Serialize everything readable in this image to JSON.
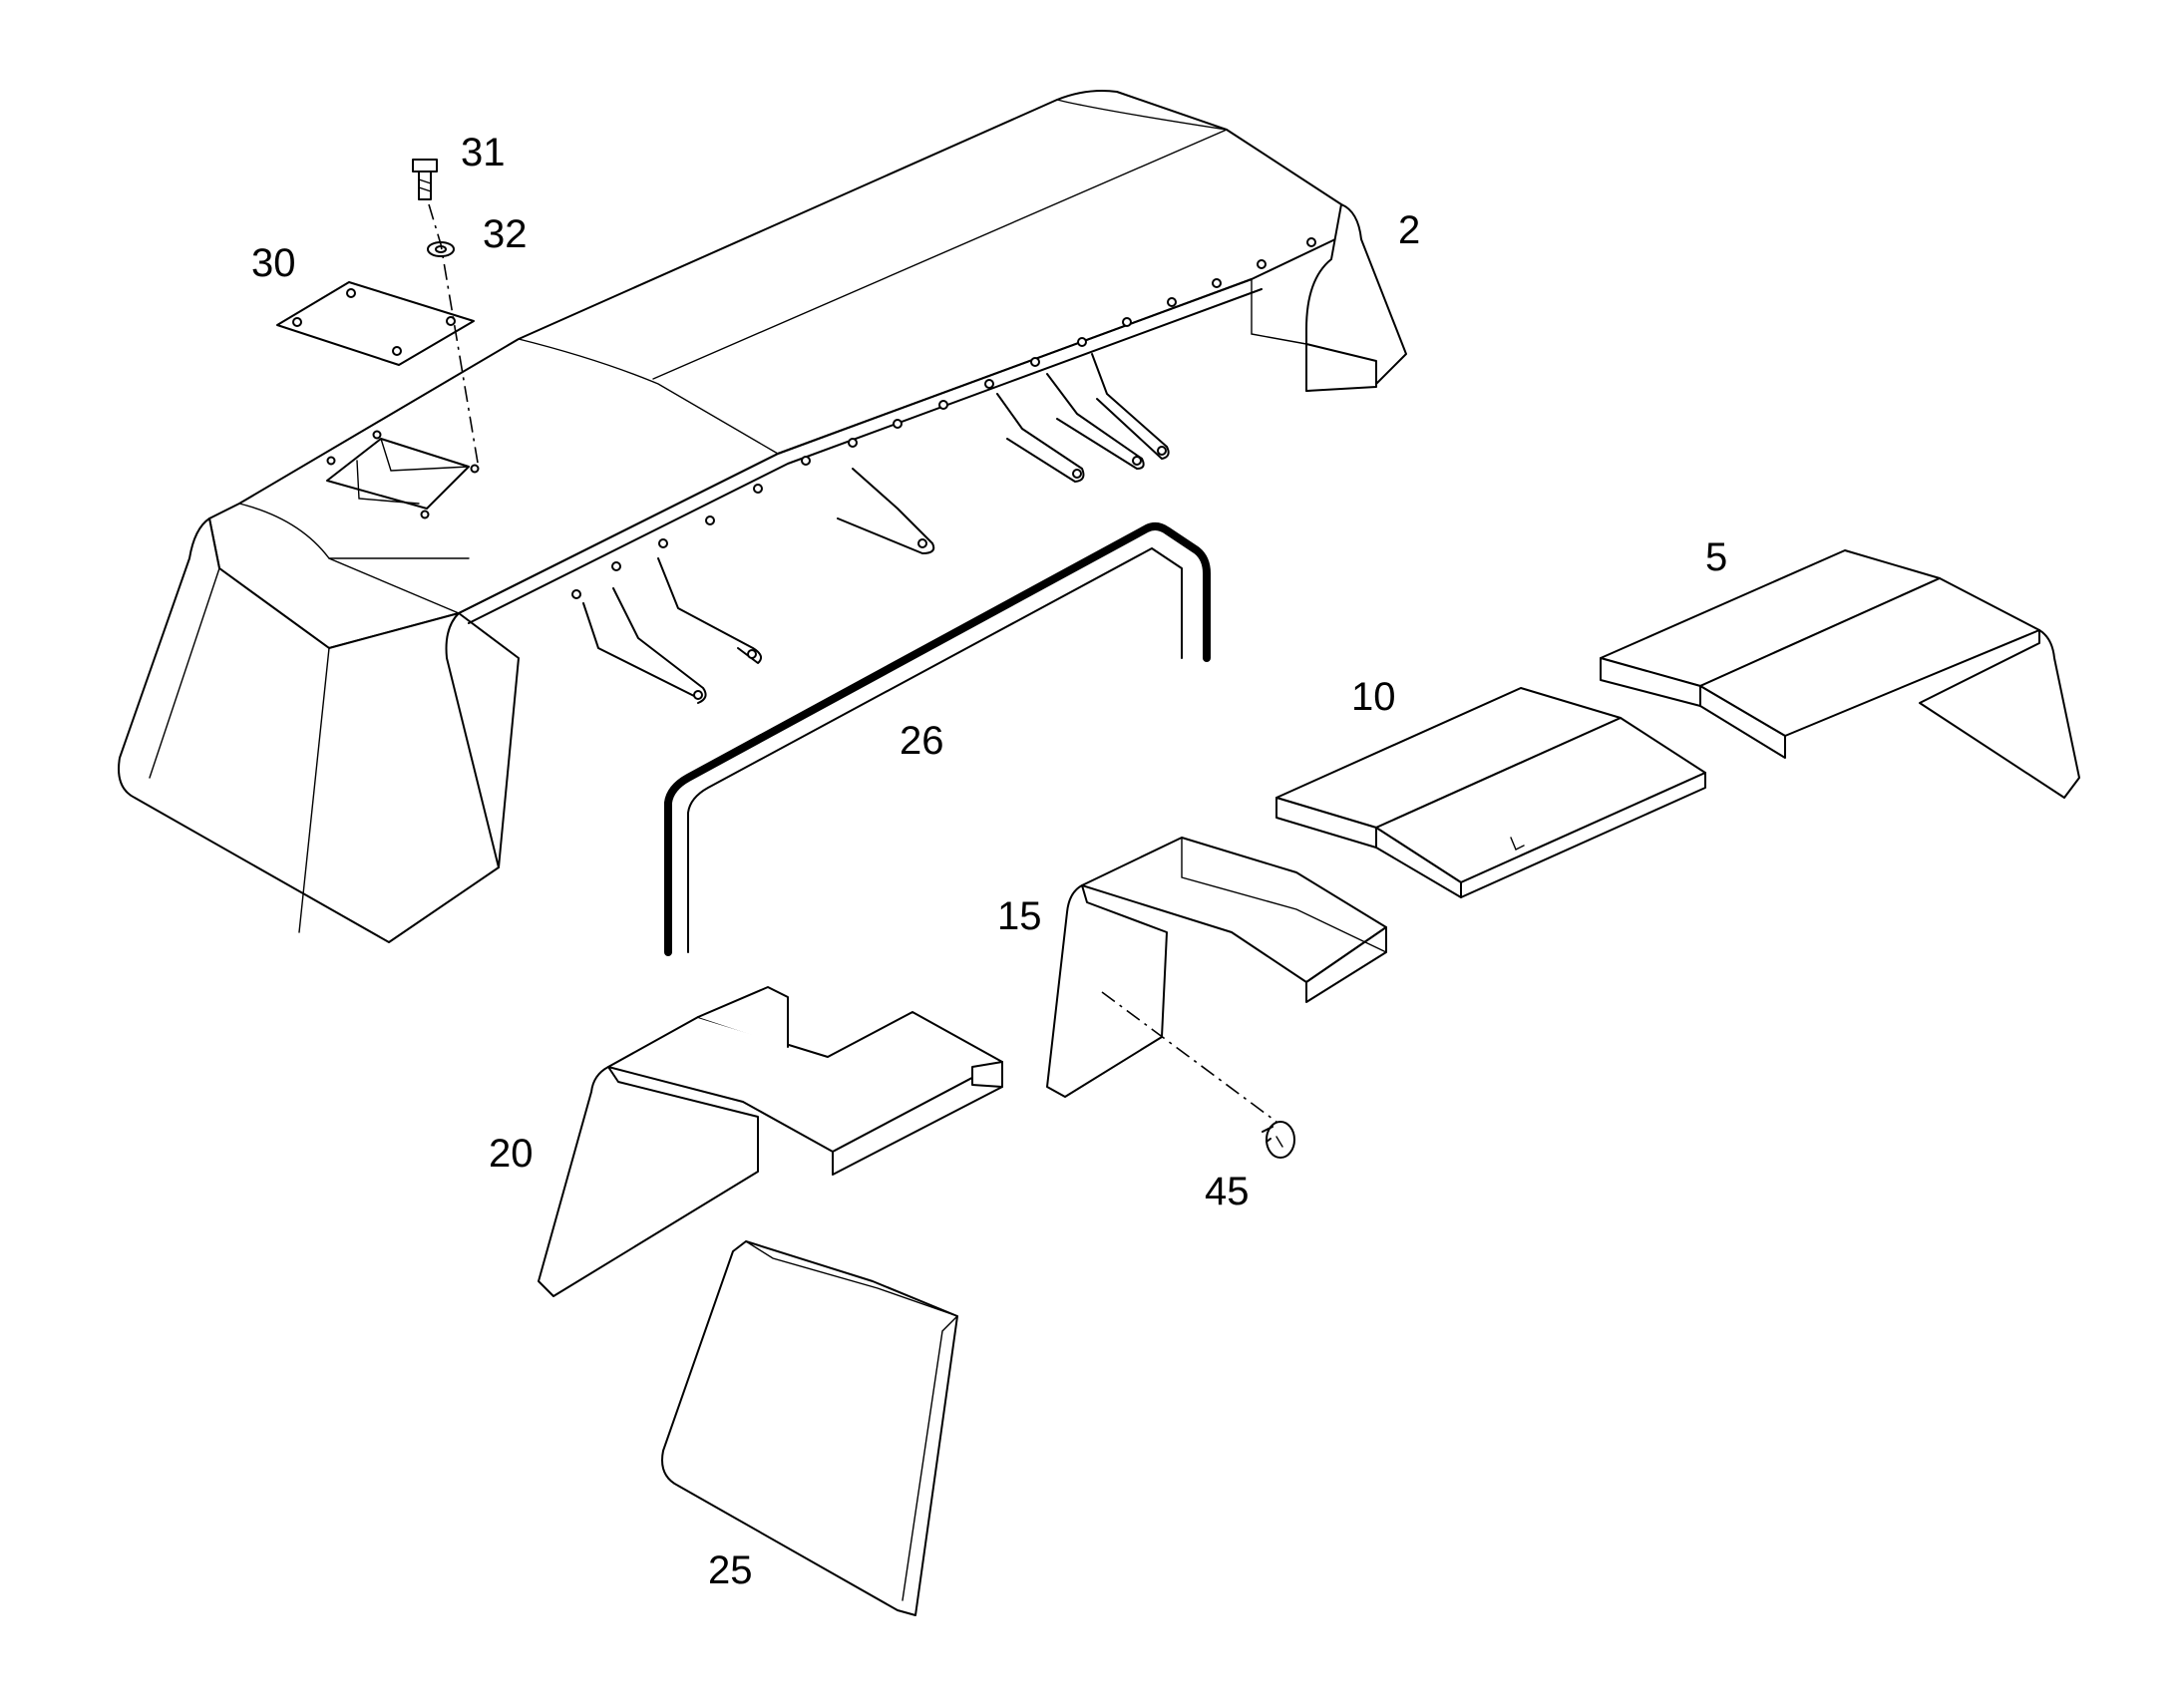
{
  "callouts": {
    "c2": "2",
    "c5": "5",
    "c10": "10",
    "c15": "15",
    "c20": "20",
    "c25": "25",
    "c26": "26",
    "c30": "30",
    "c31": "31",
    "c32": "32",
    "c45": "45"
  }
}
